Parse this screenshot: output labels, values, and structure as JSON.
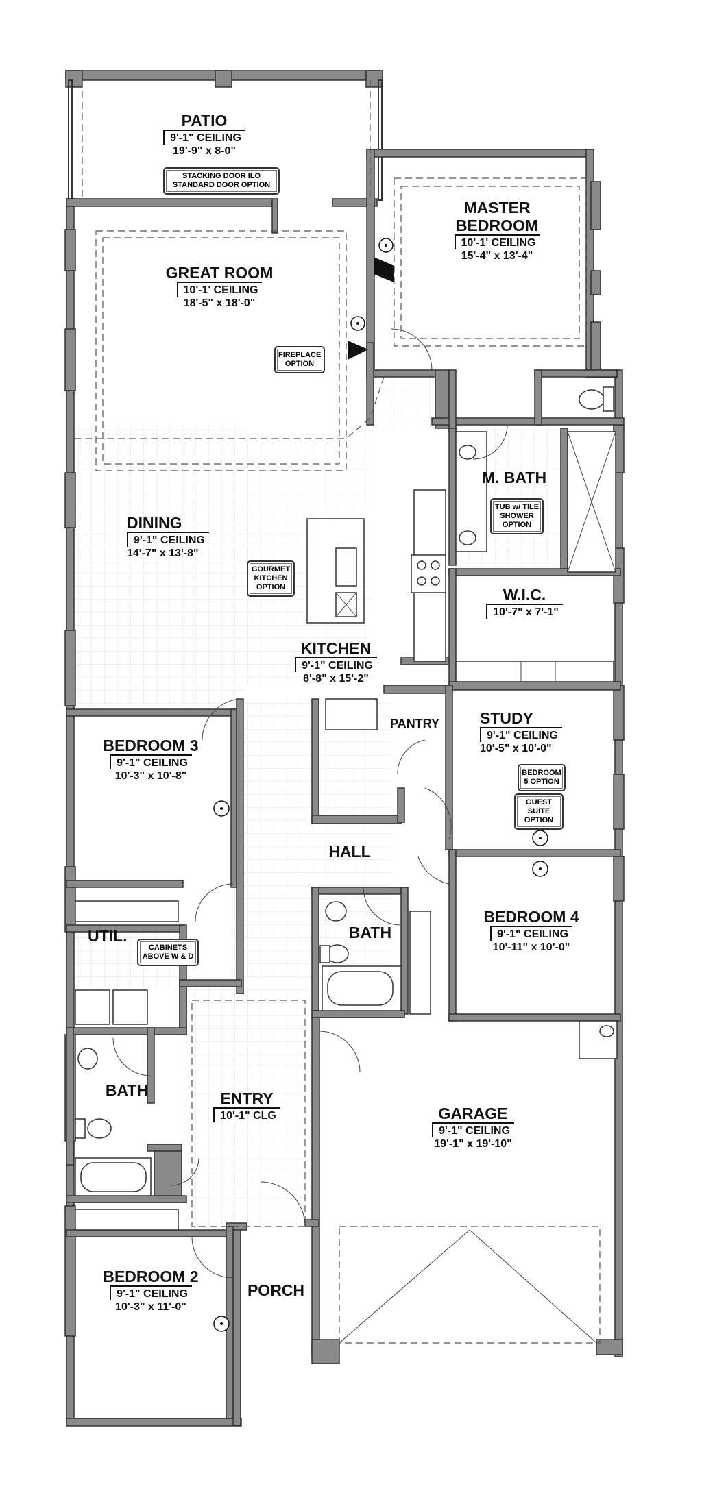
{
  "rooms": {
    "patio": {
      "name": "PATIO",
      "ceiling": "9'-1\" CEILING",
      "dims": "19'-9\" x 8-0\""
    },
    "master_bedroom": {
      "name_line1": "MASTER",
      "name_line2": "BEDROOM",
      "ceiling": "10'-1' CEILING",
      "dims": "15'-4\" x 13'-4\""
    },
    "great_room": {
      "name": "GREAT ROOM",
      "ceiling": "10'-1' CEILING",
      "dims": "18'-5\" x 18'-0\""
    },
    "dining": {
      "name": "DINING",
      "ceiling": "9'-1\" CEILING",
      "dims": "14'-7\" x 13'-8\""
    },
    "m_bath": {
      "name": "M. BATH"
    },
    "wic": {
      "name": "W.I.C.",
      "dims": "10'-7\" x 7'-1\""
    },
    "kitchen": {
      "name": "KITCHEN",
      "ceiling": "9'-1\" CEILING",
      "dims": "8'-8\" x 15'-2\""
    },
    "pantry": {
      "name": "PANTRY"
    },
    "study": {
      "name": "STUDY",
      "ceiling": "9'-1\"        CEILING",
      "dims": "10'-5\" x 10'-0\""
    },
    "bedroom3": {
      "name": "BEDROOM 3",
      "ceiling": "9'-1\"        CEILING",
      "dims": "10'-3\" x 10'-8\""
    },
    "hall": {
      "name": "HALL"
    },
    "bath_hall": {
      "name": "BATH"
    },
    "bedroom4": {
      "name": "BEDROOM 4",
      "ceiling": "9'-1\"        CEILING",
      "dims": "10'-11\" x 10'-0\""
    },
    "util": {
      "name": "UTIL."
    },
    "bath_west": {
      "name": "BATH"
    },
    "entry": {
      "name": "ENTRY",
      "ceiling": "10'-1\" CLG"
    },
    "garage": {
      "name": "GARAGE",
      "ceiling": "9'-1\" CEILING",
      "dims": "19'-1\" x 19'-10\""
    },
    "bedroom2": {
      "name": "BEDROOM 2",
      "ceiling": "9'-1\"        CEILING",
      "dims": "10'-3\" x 11'-0\""
    },
    "porch": {
      "name": "PORCH"
    }
  },
  "options": {
    "stacking_door": {
      "line1": "STACKING DOOR ILO",
      "line2": "STANDARD DOOR OPTION"
    },
    "fireplace": {
      "line1": "FIREPLACE",
      "line2": "OPTION"
    },
    "tub_tile": {
      "line1": "TUB w/ TILE",
      "line2": "SHOWER",
      "line3": "OPTION"
    },
    "gourmet_kitchen": {
      "line1": "GOURMET",
      "line2": "KITCHEN",
      "line3": "OPTION"
    },
    "bedroom5": {
      "line1": "BEDROOM",
      "line2": "5 OPTION"
    },
    "guest_suite": {
      "line1": "GUEST",
      "line2": "SUITE",
      "line3": "OPTION"
    },
    "cabinets": {
      "line1": "CABINETS",
      "line2": "ABOVE W & D"
    }
  },
  "colors": {
    "wall": "#8a8a8a",
    "line": "#333333",
    "tile": "#e6e6e6"
  }
}
